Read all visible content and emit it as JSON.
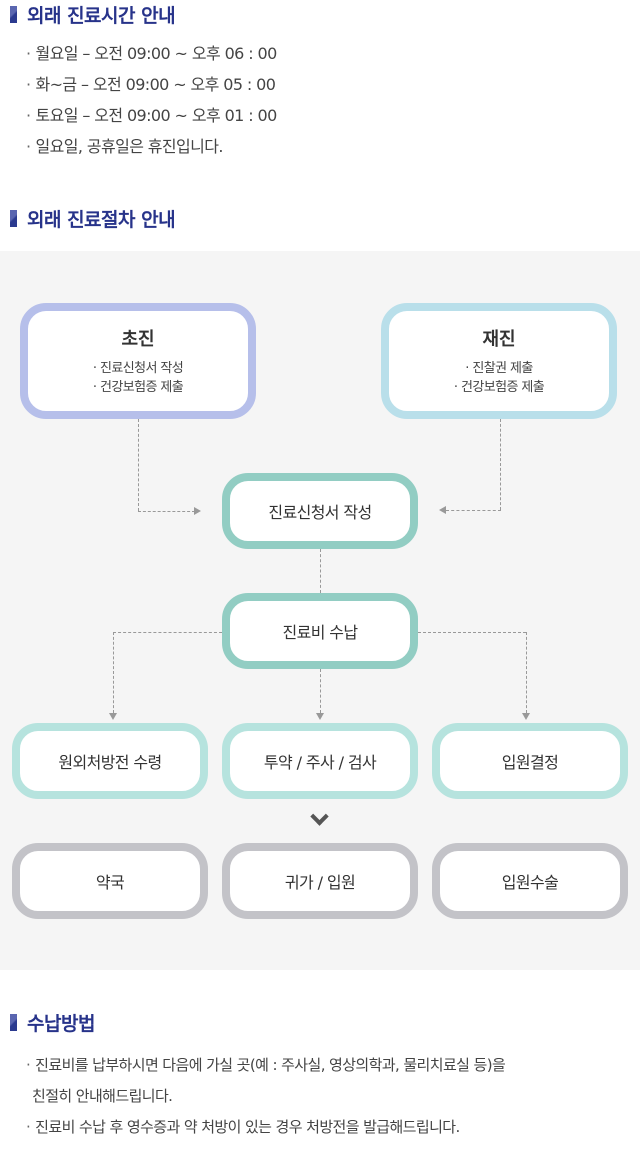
{
  "hours": {
    "title": "외래 진료시간 안내",
    "items": [
      "월요일 – 오전 09:00 ~ 오후 06 : 00",
      "화~금 – 오전 09:00 ~ 오후 05 : 00",
      "토요일 – 오전 09:00 ~ 오후 01 : 00",
      "일요일, 공휴일은 휴진입니다."
    ]
  },
  "procedure": {
    "title": "외래 진료절차 안내",
    "first_visit": {
      "title": "초진",
      "items": [
        "진료신청서 작성",
        "건강보험증 제출"
      ]
    },
    "revisit": {
      "title": "재진",
      "items": [
        "진찰권 제출",
        "건강보험증 제출"
      ]
    },
    "step_form": "진료신청서 작성",
    "step_payment": "진료비 수납",
    "branches": [
      "원외처방전 수령",
      "투약 / 주사 / 검사",
      "입원결정"
    ],
    "outcomes": [
      "약국",
      "귀가 / 입원",
      "입원수술"
    ],
    "colors": {
      "first_visit_border": "#b6bfea",
      "revisit_border": "#b9dfea",
      "step_border": "#92cdc3",
      "branch_border": "#b6e3de",
      "outcome_border": "#c3c3c8",
      "heading": "#27338a"
    }
  },
  "payment": {
    "title": "수납방법",
    "items": [
      "진료비를 납부하시면 다음에 가실 곳(예 : 주사실, 영상의학과, 물리치료실 등)을",
      "친절히 안내해드립니다.",
      "진료비 수납 후 영수증과 약 처방이 있는 경우 처방전을 발급해드립니다."
    ]
  }
}
